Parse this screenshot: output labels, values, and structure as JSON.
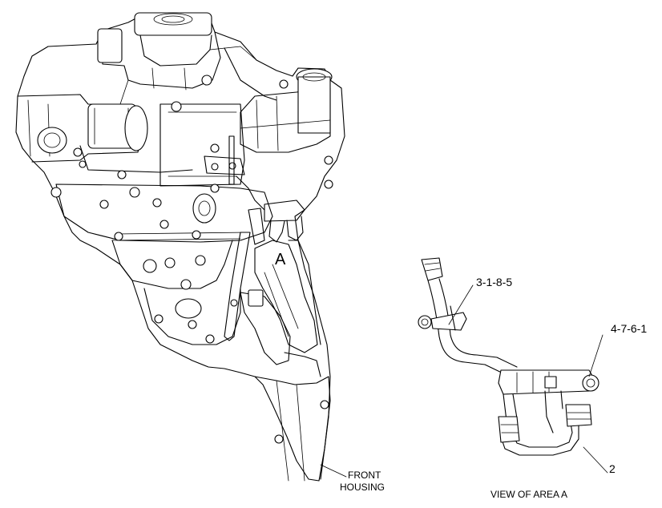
{
  "callouts": {
    "area_a": "A",
    "part_3185": "3-1-8-5",
    "part_4761": "4-7-6-1",
    "part_2": "2",
    "front_housing_line1": "FRONT",
    "front_housing_line2": "HOUSING",
    "view_caption": "VIEW OF AREA  A"
  },
  "colors": {
    "line": "#000000",
    "background": "#ffffff"
  }
}
